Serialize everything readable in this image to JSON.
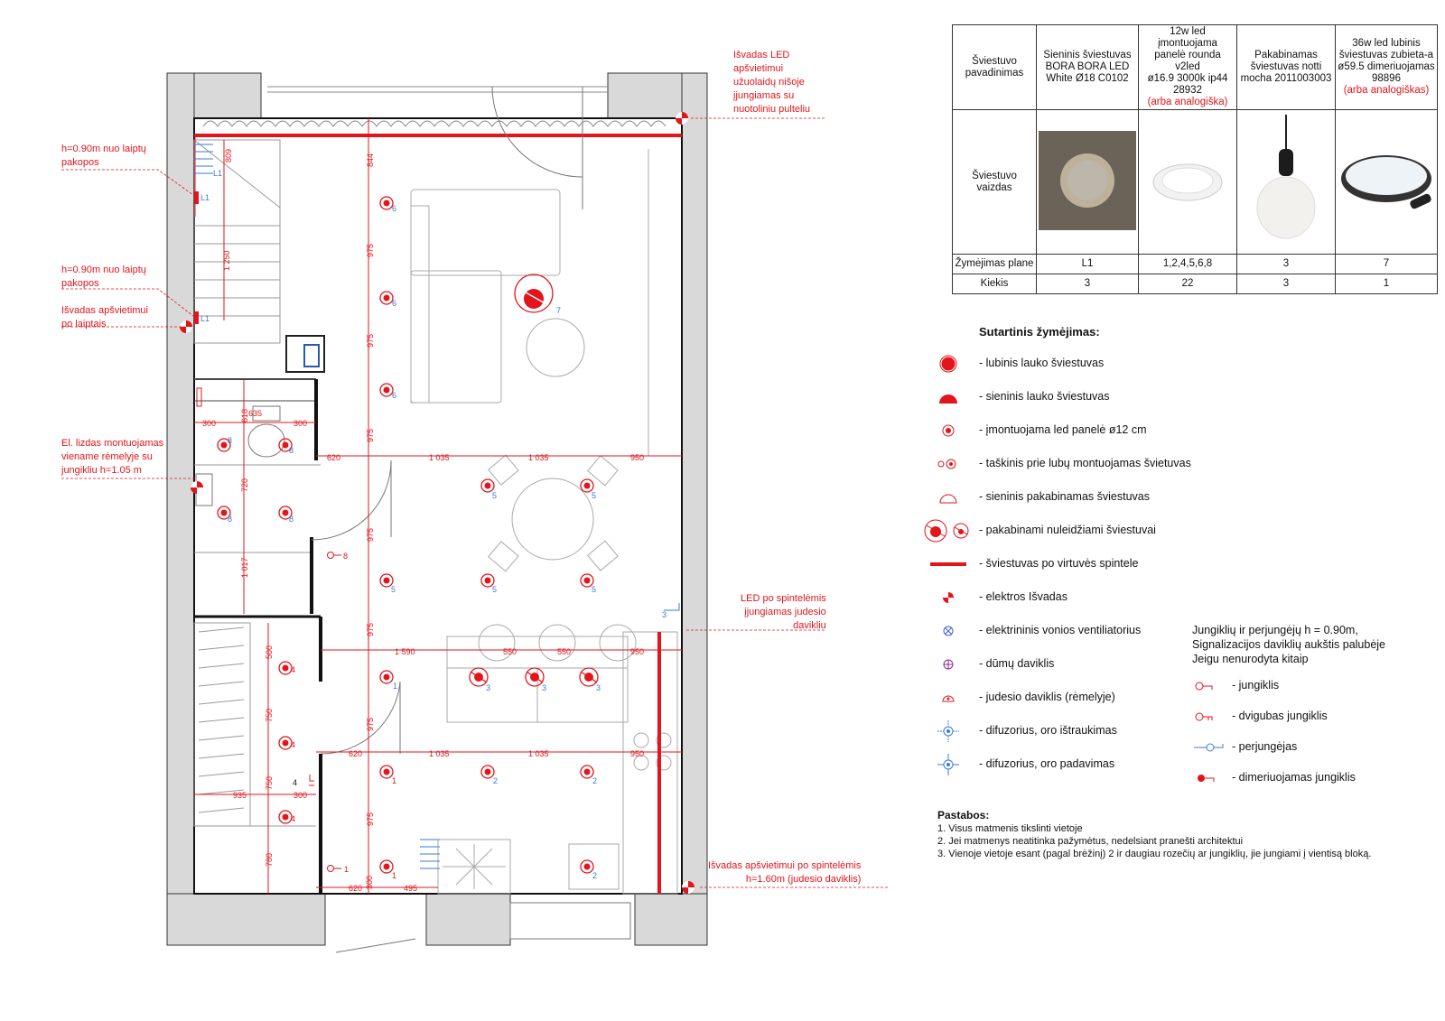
{
  "annotations": {
    "top_right_led": "Išvadas LED\napšvietimui\nužuolaidų nišoje\nįjungiamas su\nnuotoliniu pulteliu",
    "stair_height_1": "h=0.90m nuo laiptų\npakopos",
    "stair_height_2": "h=0.90m nuo laiptų\npakopos",
    "stair_lighting": "Išvadas apšvietimui\npo laiptais",
    "socket": "El. lizdas montuojamas\nviename rėmelyje su\njungikliu h=1.05 m",
    "led_cabinets": "LED po spintelėmis\nįjungiamas judesio\ndavikliu",
    "cabinet_lighting": "Išvadas apšvietimui po spintelėmis\nh=1.60m (judesio daviklis)"
  },
  "dimensions": {
    "d809": "809",
    "d844": "844",
    "d1250": "1 250",
    "d975a": "975",
    "d975b": "975",
    "d975c": "975",
    "d975d": "975",
    "d975e": "975",
    "d975f": "975",
    "d975g": "975",
    "d618": "618",
    "d300a": "300",
    "d635": "635",
    "d300b": "300",
    "d720": "720",
    "d1017": "1 017",
    "d620a": "620",
    "d1035a": "1 035",
    "d1035b": "1 035",
    "d950a": "950",
    "d1590": "1 590",
    "d550a": "550",
    "d550b": "550",
    "d950b": "950",
    "d500": "500",
    "d750a": "750",
    "d750b": "750",
    "d780": "780",
    "d935": "935",
    "d300c": "300",
    "d620b": "620",
    "d1035c": "1 035",
    "d1035d": "1 035",
    "d950c": "950",
    "d300d": "300",
    "d620c": "620",
    "d495": "495"
  },
  "plan_labels": {
    "L1a": "L1",
    "L1b": "L1",
    "L1c": "L1",
    "n6a": "6",
    "n6b": "6",
    "n6c": "6",
    "n7": "7",
    "n8a": "8",
    "n8b": "8",
    "n8c": "8",
    "n8d": "8",
    "n8s": "8",
    "n5a": "5",
    "n5b": "5",
    "n5c": "5",
    "n5d": "5",
    "n5e": "5",
    "n3a": "3",
    "n3b": "3",
    "n3c": "3",
    "n3s": "3",
    "n4a": "4",
    "n4b": "4",
    "n4c": "4",
    "n4s": "4",
    "n1a": "1",
    "n1b": "1",
    "n1c": "1",
    "n1s": "1",
    "n2a": "2",
    "n2b": "2",
    "n2c": "2"
  },
  "fixtures_table": {
    "header_label": "Šviestuvo\npavadinimas",
    "image_label": "Šviestuvo vaizdas",
    "mark_label": "Žymėjimas plane",
    "qty_label": "Kiekis",
    "columns": [
      {
        "name": "Sieninis šviestuvas\nBORA BORA LED\nWhite Ø18 C0102",
        "note": "",
        "mark": "L1",
        "qty": "3"
      },
      {
        "name": "12w led įmontuojama\npanelė rounda v2led\nø16.9 3000k ip44\n28932",
        "note": "(arba analogiška)",
        "mark": "1,2,4,5,6,8",
        "qty": "22"
      },
      {
        "name": "Pakabinamas\nšviestuvas notti\nmocha 2011003003",
        "note": "",
        "mark": "3",
        "qty": "3"
      },
      {
        "name": "36w led lubinis\nšviestuvas zubieta-a\nø59.5 dimeriuojamas\n98896",
        "note": "(arba analogiškas)",
        "mark": "7",
        "qty": "1"
      }
    ]
  },
  "legend": {
    "title": "Sutartinis žymėjimas:",
    "items": [
      "- lubinis lauko šviestuvas",
      "- sieninis lauko šviestuvas",
      "- įmontuojama led panelė ø12 cm",
      "- taškinis prie lubų montuojamas švietuvas",
      "- sieninis pakabinamas šviestuvas",
      "- pakabinami nuleidžiami šviestuvai",
      "- šviestuvas po virtuvės spintele",
      "- elektros Išvadas",
      "- elektrininis vonios ventiliatorius",
      "- dūmų daviklis",
      "- judesio daviklis (rėmelyje)",
      "- difuzorius, oro ištraukimas",
      "- difuzorius, oro padavimas"
    ]
  },
  "switches": {
    "header": "Jungiklių ir perjungėjų h = 0.90m,\nSignalizacijos daviklių aukštis palubėje\nJeigu nenurodyta kitaip",
    "items": [
      "- jungiklis",
      "- dvigubas jungiklis",
      "- perjungėjas",
      "- dimeriuojamas jungiklis"
    ]
  },
  "notes": {
    "title": "Pastabos:",
    "lines": [
      "1. Visus matmenis tikslinti vietoje",
      "2. Jei matmenys neatitinka pažymėtus, nedelsiant pranešti architektui",
      "3. Vienoje vietoje esant (pagal brėžinį) 2 ir daugiau rozečių ar jungiklių, jie jungiami į vientisą bloką."
    ]
  },
  "colors": {
    "red": "#e3141b",
    "blue": "#3a7bd5",
    "wall": "#d9d9d9",
    "line": "#7a7a7a"
  }
}
